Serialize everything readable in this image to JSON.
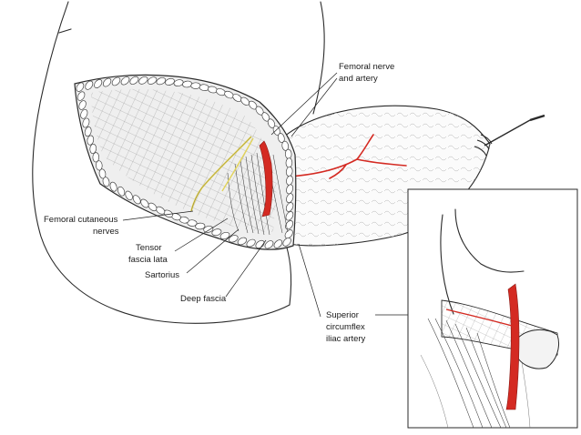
{
  "labels": {
    "femoral_nerve_artery": [
      "Femoral nerve",
      "and artery"
    ],
    "femoral_cutaneous": [
      "Femoral cutaneous",
      "nerves"
    ],
    "tensor_fascia_lata": [
      "Tensor",
      "fascia lata"
    ],
    "sartorius": [
      "Sartorius"
    ],
    "deep_fascia": [
      "Deep fascia"
    ],
    "superior_circumflex": [
      "Superior",
      "circumflex",
      "iliac artery"
    ]
  },
  "colors": {
    "artery": "#d42a22",
    "nerve": "#e2d35a",
    "ink": "#2a2a2a"
  }
}
